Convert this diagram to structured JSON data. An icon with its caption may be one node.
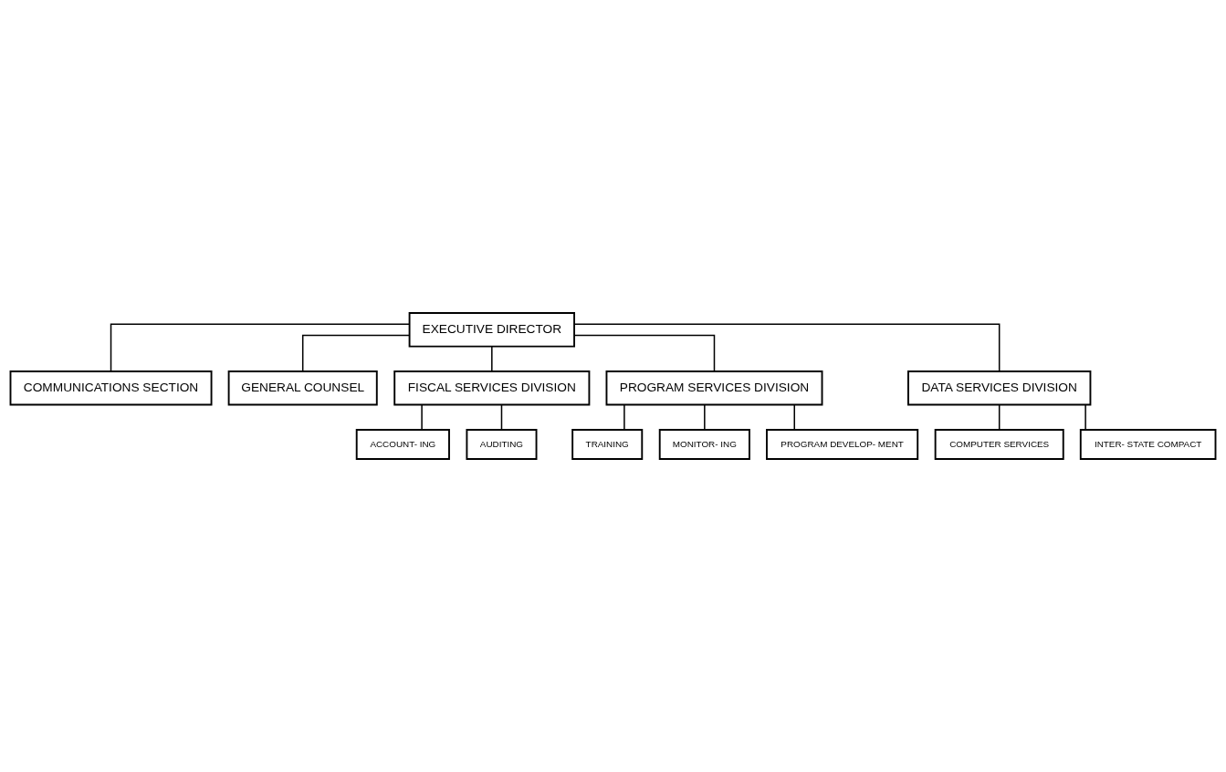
{
  "diagram": {
    "nodes": [
      {
        "text": [
          "EXECUTIVE DIRECTOR"
        ]
      },
      {
        "text": [
          "COMMUNICATIONS SECTION"
        ]
      },
      {
        "text": [
          "GENERAL COUNSEL"
        ]
      },
      {
        "text": [
          "FISCAL SERVICES DIVISION"
        ]
      },
      {
        "text": [
          "PROGRAM SERVICES DIVISION"
        ]
      },
      {
        "text": [
          "DATA SERVICES DIVISION"
        ]
      },
      {
        "text": [
          "ACCOUNT- ING"
        ]
      },
      {
        "text": [
          "AUDITING"
        ]
      },
      {
        "text": [
          "TRAINING"
        ]
      },
      {
        "text": [
          "MONITOR- ING"
        ]
      },
      {
        "text": [
          "PROGRAM DEVELOP- MENT"
        ]
      },
      {
        "text": [
          "COMPUTER SERVICES"
        ]
      },
      {
        "text": [
          "INTER- STATE COMPACT"
        ]
      }
    ],
    "edges": [
      {
        "from": 0,
        "to": 1,
        "arrow": "none"
      },
      {
        "from": 0,
        "to": 2,
        "arrow": "none"
      },
      {
        "from": 0,
        "to": 3,
        "arrow": "none"
      },
      {
        "from": 0,
        "to": 4,
        "arrow": "none"
      },
      {
        "from": 0,
        "to": 5,
        "arrow": "none"
      },
      {
        "from": 3,
        "to": 6,
        "arrow": "none"
      },
      {
        "from": 3,
        "to": 7,
        "arrow": "none"
      },
      {
        "from": 4,
        "to": 8,
        "arrow": "none"
      },
      {
        "from": 4,
        "to": 9,
        "arrow": "none"
      },
      {
        "from": 4,
        "to": 10,
        "arrow": "none"
      },
      {
        "from": 5,
        "to": 11,
        "arrow": "none"
      },
      {
        "from": 5,
        "to": 12,
        "arrow": "none"
      }
    ]
  }
}
